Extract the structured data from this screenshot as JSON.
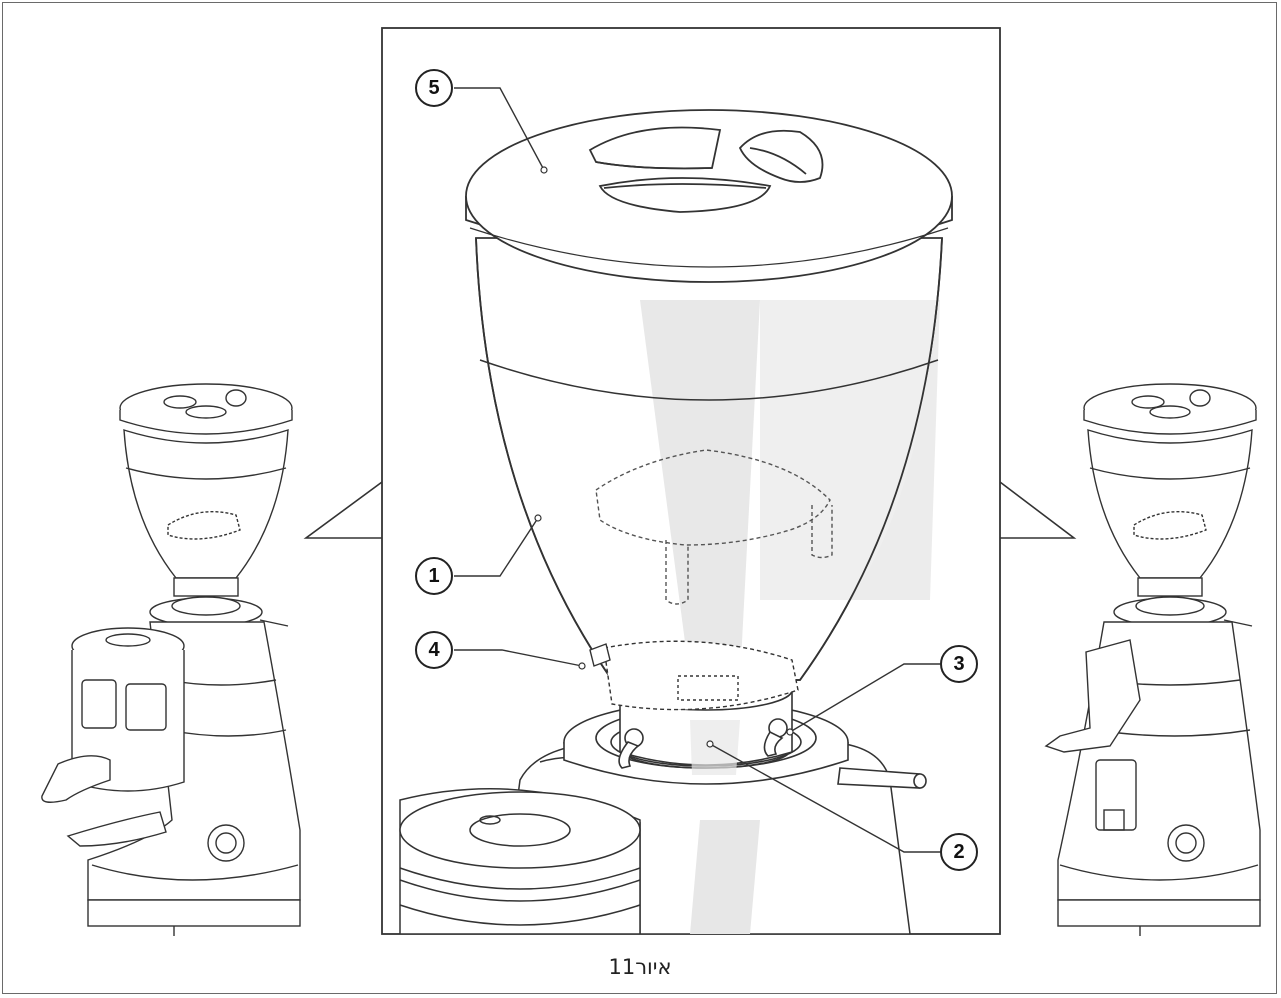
{
  "figure": {
    "caption": "איור11",
    "callouts": [
      {
        "id": "5",
        "label": "5"
      },
      {
        "id": "1",
        "label": "1"
      },
      {
        "id": "4",
        "label": "4"
      },
      {
        "id": "3",
        "label": "3"
      },
      {
        "id": "2",
        "label": "2"
      }
    ]
  },
  "colors": {
    "line": "#333333",
    "shade": "#e6e6e6",
    "frame": "#6a6a6a"
  }
}
